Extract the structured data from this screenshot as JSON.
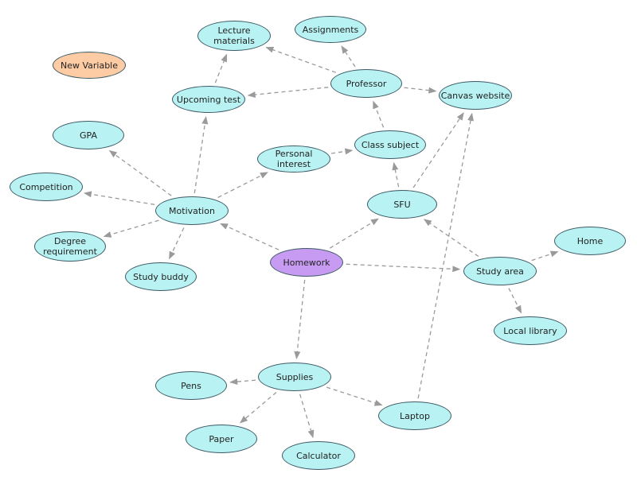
{
  "diagram": {
    "colors": {
      "default_fill": "#b9f2f2",
      "highlight_fill": "#c79bf2",
      "variable_fill": "#fdcba4",
      "edge": "#9a9a9a",
      "border": "#3d5a66"
    },
    "nodes": [
      {
        "id": "new-variable",
        "label": "New Variable",
        "style": "variable"
      },
      {
        "id": "lecture-materials",
        "label": "Lecture\nmaterials",
        "style": "default"
      },
      {
        "id": "assignments",
        "label": "Assignments",
        "style": "default"
      },
      {
        "id": "professor",
        "label": "Professor",
        "style": "default"
      },
      {
        "id": "upcoming-test",
        "label": "Upcoming test",
        "style": "default"
      },
      {
        "id": "canvas-website",
        "label": "Canvas website",
        "style": "default"
      },
      {
        "id": "gpa",
        "label": "GPA",
        "style": "default"
      },
      {
        "id": "class-subject",
        "label": "Class subject",
        "style": "default"
      },
      {
        "id": "personal-interest",
        "label": "Personal interest",
        "style": "default"
      },
      {
        "id": "competition",
        "label": "Competition",
        "style": "default"
      },
      {
        "id": "motivation",
        "label": "Motivation",
        "style": "default"
      },
      {
        "id": "sfu",
        "label": "SFU",
        "style": "default"
      },
      {
        "id": "degree-requirement",
        "label": "Degree\nrequirement",
        "style": "default"
      },
      {
        "id": "homework",
        "label": "Homework",
        "style": "highlight"
      },
      {
        "id": "home",
        "label": "Home",
        "style": "default"
      },
      {
        "id": "study-area",
        "label": "Study area",
        "style": "default"
      },
      {
        "id": "study-buddy",
        "label": "Study buddy",
        "style": "default"
      },
      {
        "id": "local-library",
        "label": "Local library",
        "style": "default"
      },
      {
        "id": "supplies",
        "label": "Supplies",
        "style": "default"
      },
      {
        "id": "pens",
        "label": "Pens",
        "style": "default"
      },
      {
        "id": "laptop",
        "label": "Laptop",
        "style": "default"
      },
      {
        "id": "paper",
        "label": "Paper",
        "style": "default"
      },
      {
        "id": "calculator",
        "label": "Calculator",
        "style": "default"
      }
    ],
    "edges": [
      {
        "from": "homework",
        "to": "motivation"
      },
      {
        "from": "homework",
        "to": "sfu"
      },
      {
        "from": "homework",
        "to": "study-area"
      },
      {
        "from": "homework",
        "to": "supplies"
      },
      {
        "from": "motivation",
        "to": "gpa"
      },
      {
        "from": "motivation",
        "to": "competition"
      },
      {
        "from": "motivation",
        "to": "degree-requirement"
      },
      {
        "from": "motivation",
        "to": "study-buddy"
      },
      {
        "from": "motivation",
        "to": "upcoming-test"
      },
      {
        "from": "motivation",
        "to": "personal-interest"
      },
      {
        "from": "upcoming-test",
        "to": "lecture-materials"
      },
      {
        "from": "professor",
        "to": "upcoming-test"
      },
      {
        "from": "professor",
        "to": "lecture-materials"
      },
      {
        "from": "professor",
        "to": "assignments"
      },
      {
        "from": "professor",
        "to": "canvas-website"
      },
      {
        "from": "class-subject",
        "to": "professor"
      },
      {
        "from": "personal-interest",
        "to": "class-subject"
      },
      {
        "from": "sfu",
        "to": "class-subject"
      },
      {
        "from": "sfu",
        "to": "canvas-website"
      },
      {
        "from": "study-area",
        "to": "sfu"
      },
      {
        "from": "study-area",
        "to": "home"
      },
      {
        "from": "study-area",
        "to": "local-library"
      },
      {
        "from": "supplies",
        "to": "pens"
      },
      {
        "from": "supplies",
        "to": "paper"
      },
      {
        "from": "supplies",
        "to": "calculator"
      },
      {
        "from": "supplies",
        "to": "laptop"
      },
      {
        "from": "laptop",
        "to": "canvas-website"
      }
    ]
  }
}
